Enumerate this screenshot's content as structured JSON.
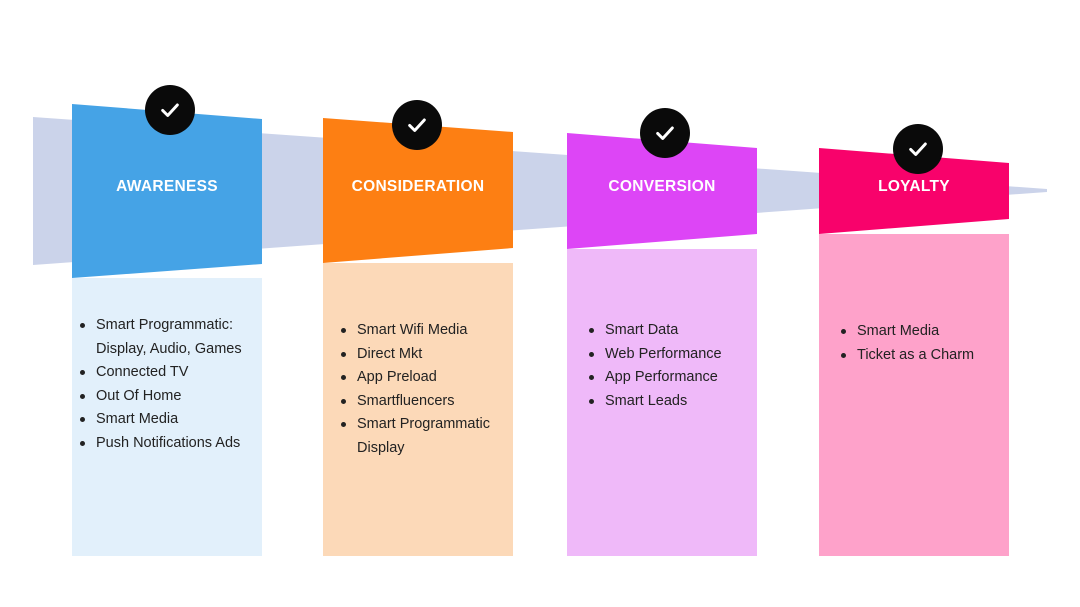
{
  "stages": [
    {
      "title": "AWARENESS",
      "header_color": "#45a3e6",
      "body_color": "#e2f0fb",
      "items": [
        "Smart Programmatic: Display, Audio, Games",
        "Connected TV",
        "Out Of Home",
        "Smart Media",
        "Push Notifications Ads"
      ]
    },
    {
      "title": "CONSIDERATION",
      "header_color": "#fd7f13",
      "body_color": "#fcd9b8",
      "items": [
        "Smart Wifi Media",
        "Direct Mkt",
        "App Preload",
        "Smartfluencers",
        "Smart Programmatic Display"
      ]
    },
    {
      "title": "CONVERSION",
      "header_color": "#dd45f6",
      "body_color": "#efb9f9",
      "items": [
        "Smart Data",
        "Web Performance",
        "App Performance",
        "Smart Leads"
      ]
    },
    {
      "title": "LOYALTY",
      "header_color": "#f8026b",
      "body_color": "#fea2ca",
      "items": [
        "Smart Media",
        "Ticket as a Charm"
      ]
    }
  ],
  "funnel_color": "#cbd3ea",
  "check_icon": "checkmark-icon"
}
